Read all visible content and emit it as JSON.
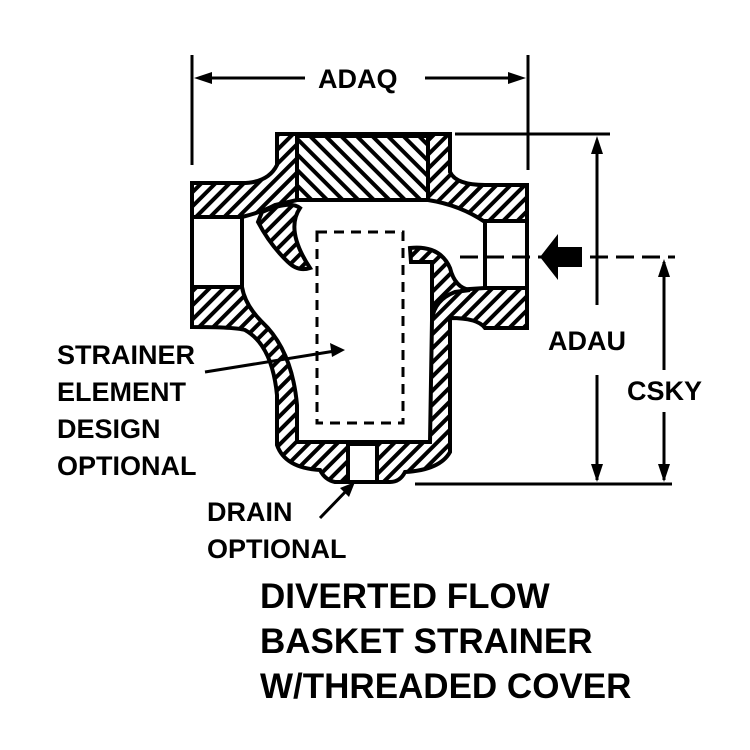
{
  "dimensions": {
    "width_label": "ADAQ",
    "height_label": "ADAU",
    "centerline_label": "CSKY"
  },
  "notes": {
    "strainer_element": [
      "STRAINER",
      "ELEMENT",
      "DESIGN",
      "OPTIONAL"
    ],
    "drain": [
      "DRAIN",
      "OPTIONAL"
    ]
  },
  "title": [
    "DIVERTED FLOW",
    "BASKET STRAINER",
    "W/THREADED COVER"
  ],
  "flow_direction": "right-to-left"
}
